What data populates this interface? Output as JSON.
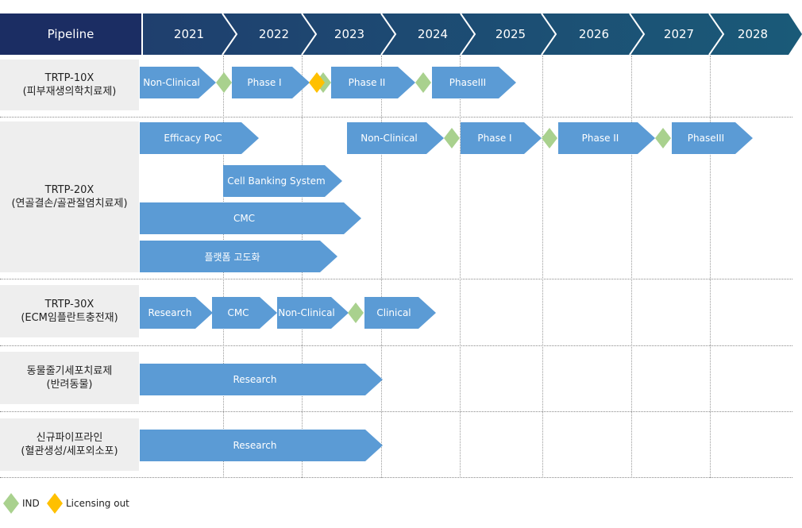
{
  "header": {
    "pipeline_label": "Pipeline",
    "years": [
      "2021",
      "2022",
      "2023",
      "2024",
      "2025",
      "2026",
      "2027",
      "2028"
    ]
  },
  "rows": [
    {
      "line1": "TRTP-10X",
      "line2": "(피부재생의학치료제)"
    },
    {
      "line1": "TRTP-20X",
      "line2": "(연골결손/골관절염치료제)"
    },
    {
      "line1": "TRTP-30X",
      "line2": "(ECM임플란트충전재)"
    },
    {
      "line1": "동물줄기세포치료제",
      "line2": "(반려동물)"
    },
    {
      "line1": "신규파이프라인",
      "line2": "(혈관생성/세포외소포)"
    }
  ],
  "stages": {
    "r1": [
      "Non-Clinical",
      "Phase I",
      "Phase II",
      "PhaseIII"
    ],
    "r2": [
      "Efficacy PoC",
      "Non-Clinical",
      "Phase I",
      "Phase II",
      "PhaseIII",
      "Cell Banking System",
      "CMC",
      "플랫폼 고도화"
    ],
    "r3": [
      "Research",
      "CMC",
      "Non-Clinical",
      "Clinical"
    ],
    "r4": [
      "Research"
    ],
    "r5": [
      "Research"
    ]
  },
  "legend": {
    "ind": "IND",
    "licensing": "Licensing out"
  },
  "colors": {
    "header_dark": "#1b2d63",
    "header_gradient_start": "#1f3f6e",
    "header_gradient_end": "#1a5a78",
    "arrow": "#5b9bd5",
    "ind_diamond": "#a9d18e",
    "licensing_diamond": "#ffc000",
    "label_bg": "#eeeeee"
  }
}
